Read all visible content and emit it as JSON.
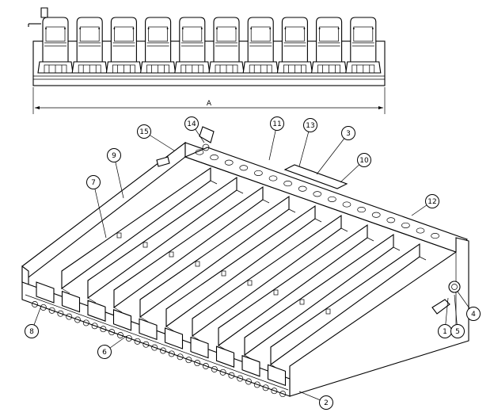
{
  "dimension": {
    "label": "A"
  },
  "callouts": [
    {
      "id": "c1",
      "label": "1"
    },
    {
      "id": "c2",
      "label": "2"
    },
    {
      "id": "c3",
      "label": "3"
    },
    {
      "id": "c4",
      "label": "4"
    },
    {
      "id": "c5",
      "label": "5"
    },
    {
      "id": "c6",
      "label": "6"
    },
    {
      "id": "c7",
      "label": "7"
    },
    {
      "id": "c8",
      "label": "8"
    },
    {
      "id": "c9",
      "label": "9"
    },
    {
      "id": "c10",
      "label": "10"
    },
    {
      "id": "c11",
      "label": "11"
    },
    {
      "id": "c12",
      "label": "12"
    },
    {
      "id": "c13",
      "label": "13"
    },
    {
      "id": "c14",
      "label": "14"
    },
    {
      "id": "c15",
      "label": "15"
    }
  ]
}
